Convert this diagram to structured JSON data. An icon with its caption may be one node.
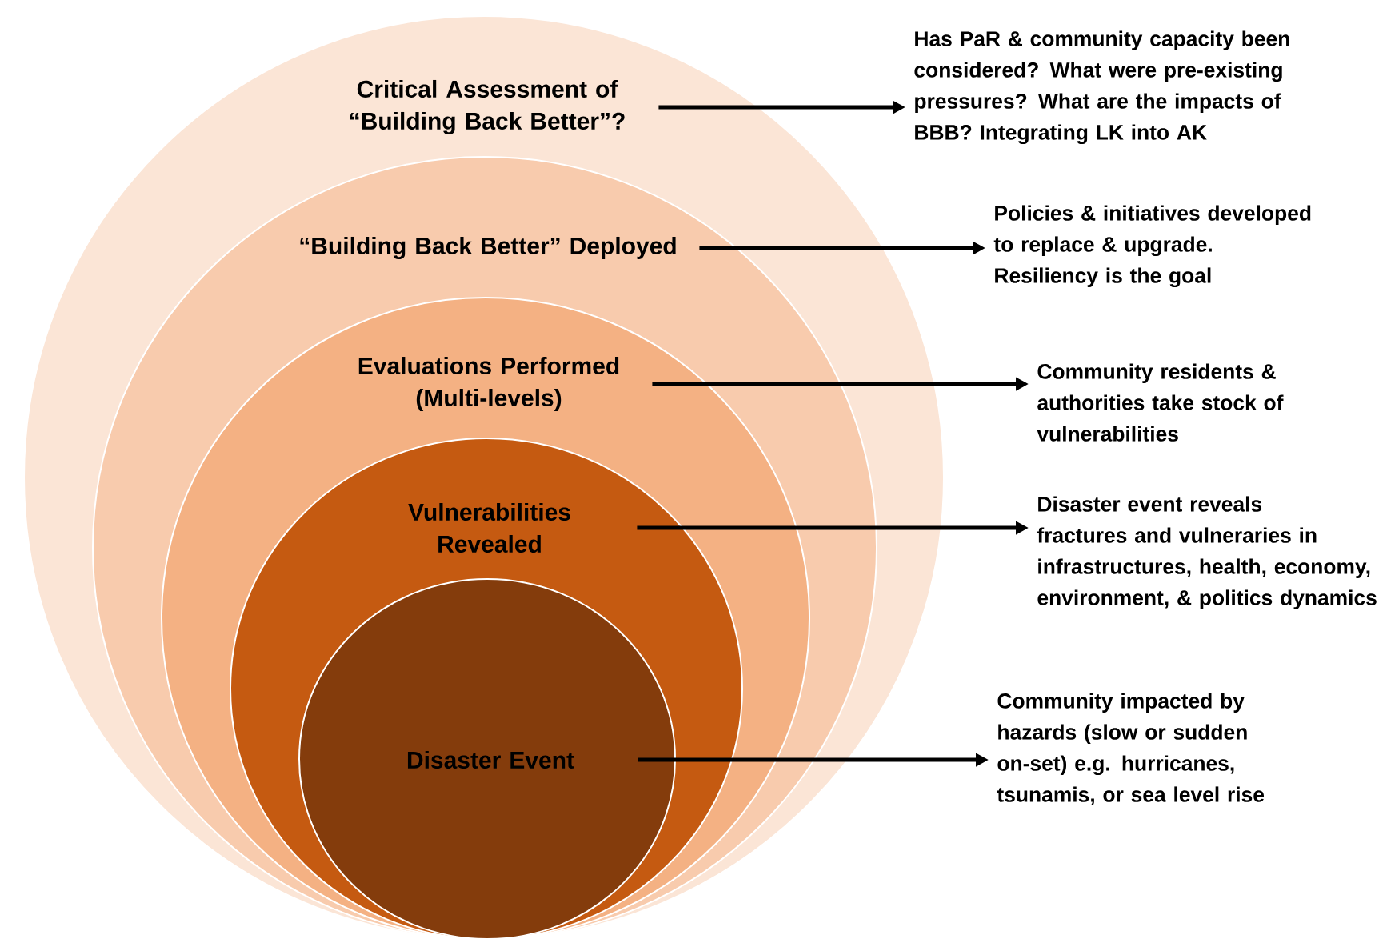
{
  "diagram": {
    "nodes": [
      {
        "text": [
          "Critical Assessment of “Building Back Better”?"
        ]
      },
      {
        "text": [
          "“Building Back Better” Deployed"
        ],
        "in": 0
      },
      {
        "text": [
          "Evaluations Performed (Multi-levels)"
        ],
        "in": 1
      },
      {
        "text": [
          "Vulnerabilities Revealed"
        ],
        "in": 2
      },
      {
        "text": [
          "Disaster Event"
        ],
        "in": 3
      },
      {
        "text": [
          "Has PaR & community capacity been considered? What were pre-existing pressures? What are the impacts of BBB? Integrating LK into AK"
        ]
      },
      {
        "text": [
          "Policies & initiatives developed to replace & upgrade. Resiliency is the goal"
        ]
      },
      {
        "text": [
          "Community residents & authorities take stock of vulnerabilities"
        ]
      },
      {
        "text": [
          "Disaster event reveals fractures and vulneraries in infrastructures, health, economy, environment, & politics dynamics"
        ]
      },
      {
        "text": [
          "Community impacted by hazards (slow or sudden on-set) e.g. hurricanes, tsunamis, or sea level rise"
        ]
      }
    ],
    "edges": [
      {
        "from": 0,
        "to": 5,
        "arrow": "to"
      },
      {
        "from": 1,
        "to": 6,
        "arrow": "to"
      },
      {
        "from": 2,
        "to": 7,
        "arrow": "to"
      },
      {
        "from": 3,
        "to": 8,
        "arrow": "to"
      },
      {
        "from": 4,
        "to": 9,
        "arrow": "to"
      }
    ]
  }
}
